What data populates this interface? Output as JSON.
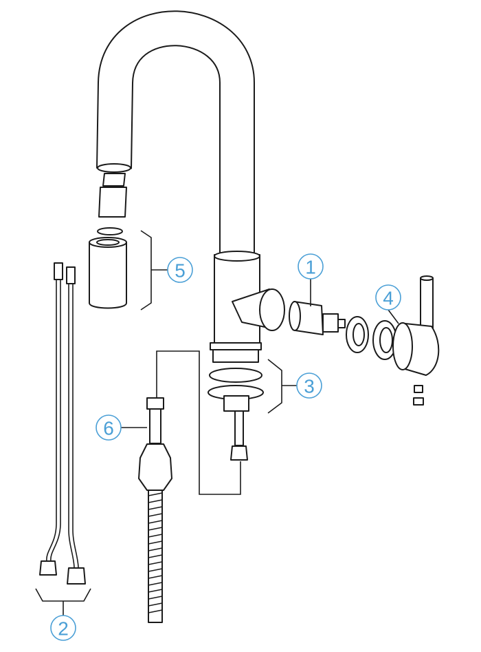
{
  "diagram": {
    "type": "exploded-view",
    "subject": "faucet",
    "accent_color": "#4a9fd6",
    "callouts": [
      {
        "id": "cartridge",
        "label": "1"
      },
      {
        "id": "supply-hoses",
        "label": "2"
      },
      {
        "id": "mounting-kit",
        "label": "3"
      },
      {
        "id": "handle",
        "label": "4"
      },
      {
        "id": "aerator-assembly",
        "label": "5"
      },
      {
        "id": "pull-down-hose",
        "label": "6"
      }
    ]
  }
}
